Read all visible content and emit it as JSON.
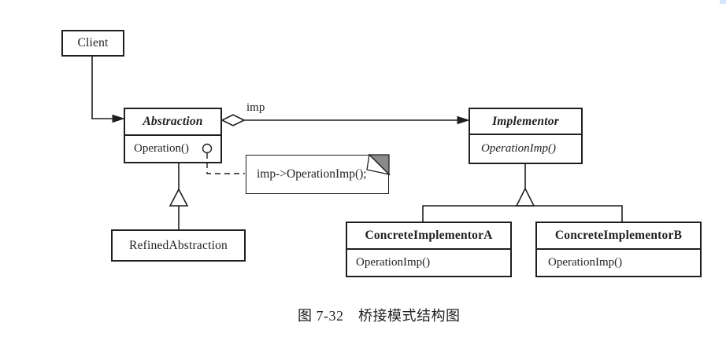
{
  "caption": {
    "text": "图 7-32　桥接模式结构图"
  },
  "classes": {
    "client": {
      "name": "Client"
    },
    "abstraction": {
      "name": "Abstraction",
      "method": "Operation()"
    },
    "implementor": {
      "name": "Implementor",
      "method": "OperationImp()"
    },
    "refined_abstraction": {
      "name": "RefinedAbstraction"
    },
    "concrete_implementor_a": {
      "name": "ConcreteImplementorA",
      "method": "OperationImp()"
    },
    "concrete_implementor_b": {
      "name": "ConcreteImplementorB",
      "method": "OperationImp()"
    }
  },
  "note": {
    "text": "imp->OperationImp();"
  },
  "labels": {
    "aggregation_role": "imp"
  },
  "colors": {
    "line": "#1f1f1f",
    "background": "#ffffff",
    "note_fold_gray": "#8a8a8a",
    "corner_artifact_blue": "#d4e6f9"
  }
}
